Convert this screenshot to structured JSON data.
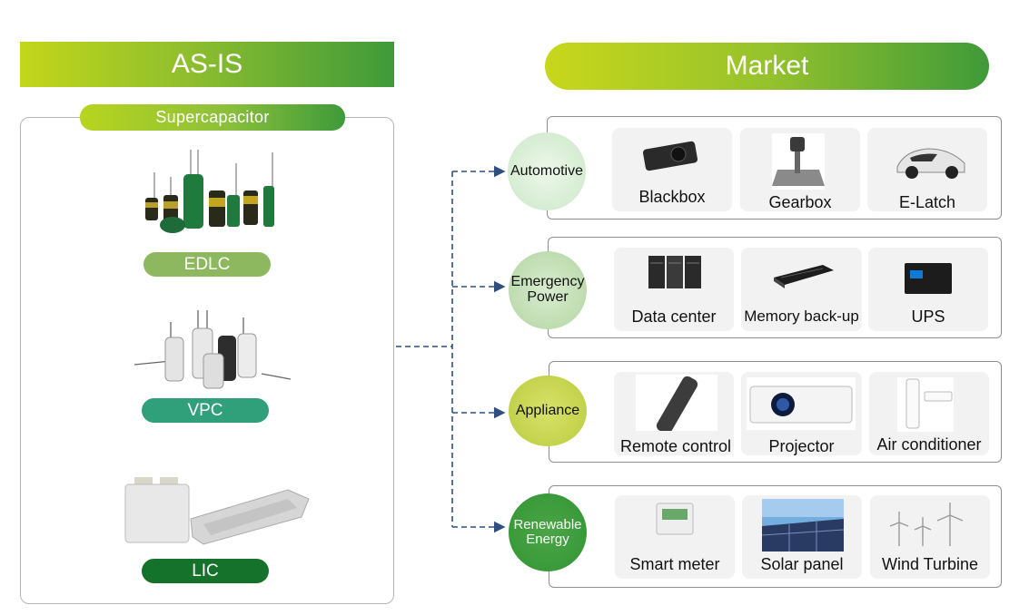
{
  "header": {
    "left_title": "AS-IS",
    "right_title": "Market"
  },
  "asis": {
    "group_label": "Supercapacitor",
    "items": [
      {
        "label": "EDLC"
      },
      {
        "label": "VPC"
      },
      {
        "label": "LIC"
      }
    ]
  },
  "market": {
    "categories": [
      {
        "name": "Automotive",
        "apps": [
          "Blackbox",
          "Gearbox",
          "E-Latch"
        ]
      },
      {
        "name": "Emergency Power",
        "line1": "Emergency",
        "line2": "Power",
        "apps": [
          "Data center",
          "Memory back-up",
          "UPS"
        ]
      },
      {
        "name": "Appliance",
        "apps": [
          "Remote control",
          "Projector",
          "Air conditioner"
        ]
      },
      {
        "name": "Renewable Energy",
        "line1": "Renewable",
        "line2": "Energy",
        "apps": [
          "Smart meter",
          "Solar panel",
          "Wind Turbine"
        ]
      }
    ]
  },
  "colors": {
    "green_dark": "#3f9a3a",
    "lime": "#c3d61a",
    "connector": "#2e4f80"
  }
}
